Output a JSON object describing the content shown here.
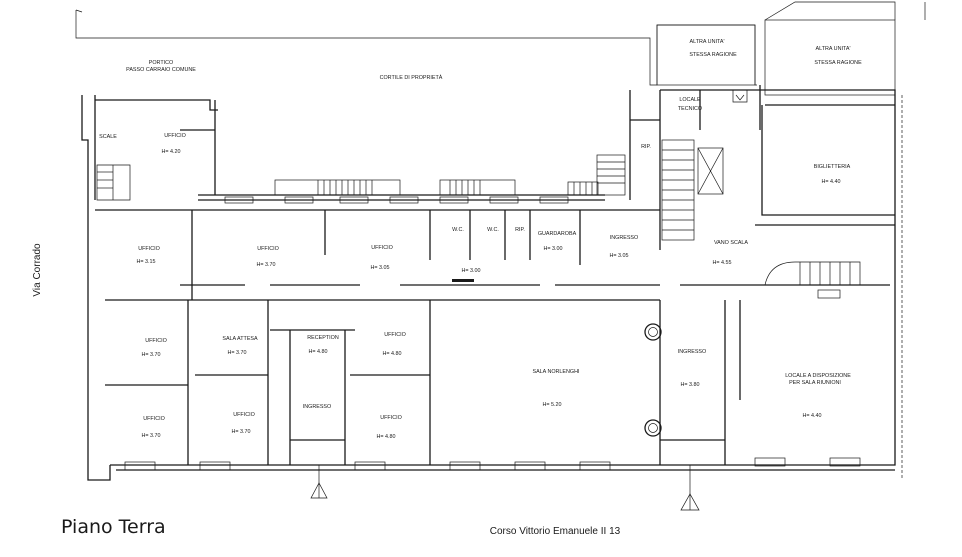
{
  "plan": {
    "floor_title": "Piano Terra",
    "street_bottom": "Corso Vittorio Emanuele II 13",
    "street_left": "Via Corrado",
    "areas": {
      "portico_line1": "PORTICO",
      "portico_line2": "PASSO CARRAIO COMUNE",
      "cortile": "CORTILE DI PROPRIETÀ",
      "altra_unita_1_line1": "ALTRA UNITA'",
      "altra_unita_1_line2": "STESSA RAGIONE",
      "altra_unita_2_line1": "ALTRA UNITA'",
      "altra_unita_2_line2": "STESSA RAGIONE",
      "locale_tecnico_line1": "LOCALE",
      "locale_tecnico_line2": "TECNICO",
      "rip_upper": "RIP.",
      "scale": "SCALE"
    },
    "rooms": [
      {
        "label": "UFFICIO",
        "height": "H= 4.20"
      },
      {
        "label": "BIGLIETTERIA",
        "height": "H= 4.40"
      },
      {
        "label": "UFFICIO",
        "height": "H= 3.15"
      },
      {
        "label": "UFFICIO",
        "height": "H= 3.70"
      },
      {
        "label": "UFFICIO",
        "height": "H= 3.05"
      },
      {
        "label": "W.C.",
        "height": ""
      },
      {
        "label": "W.C.",
        "height": ""
      },
      {
        "label": "RIP.",
        "height": ""
      },
      {
        "label": "GUARDAROBA",
        "height": "H= 3.00"
      },
      {
        "label": "INGRESSO",
        "height": "H= 3.05"
      },
      {
        "label": "VANO SCALA",
        "height": "H= 4.55"
      },
      {
        "label": "UFFICIO",
        "height": "H= 3.70"
      },
      {
        "label": "SALA ATTESA",
        "height": "H= 3.70"
      },
      {
        "label": "RECEPTION",
        "height": "H= 4.80"
      },
      {
        "label": "UFFICIO",
        "height": "H= 4.80"
      },
      {
        "label": "INGRESSO",
        "height": "H= 3.80"
      },
      {
        "label": "SALA NORLENGHI",
        "height": "H= 5.20"
      },
      {
        "label": "LOCALE A DISPOSIZIONE",
        "height": "H= 4.40"
      },
      {
        "label": "UFFICIO",
        "height": "H= 3.70"
      },
      {
        "label": "UFFICIO",
        "height": "H= 3.70"
      },
      {
        "label": "INGRESSO",
        "height": ""
      },
      {
        "label": "UFFICIO",
        "height": "H= 4.80"
      }
    ],
    "wc_block_height": "H= 3.00",
    "locale_line2": "PER SALA RIUNIONI"
  }
}
